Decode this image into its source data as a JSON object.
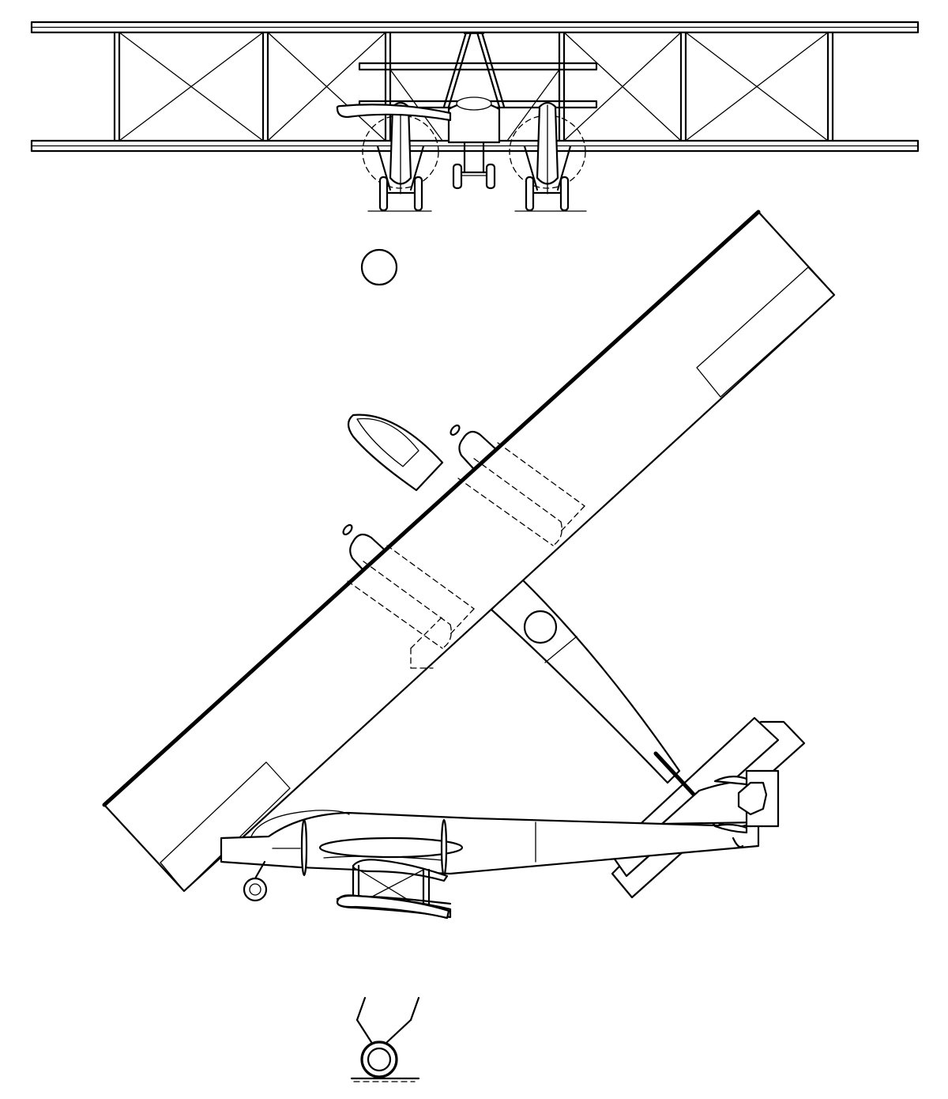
{
  "drawing": {
    "ink_color": "#000000",
    "paper_color": "#ffffff",
    "views": [
      {
        "id": "front",
        "icon": "biplane-front-view"
      },
      {
        "id": "plan",
        "icon": "biplane-plan-view"
      },
      {
        "id": "side",
        "icon": "biplane-side-view"
      }
    ]
  }
}
